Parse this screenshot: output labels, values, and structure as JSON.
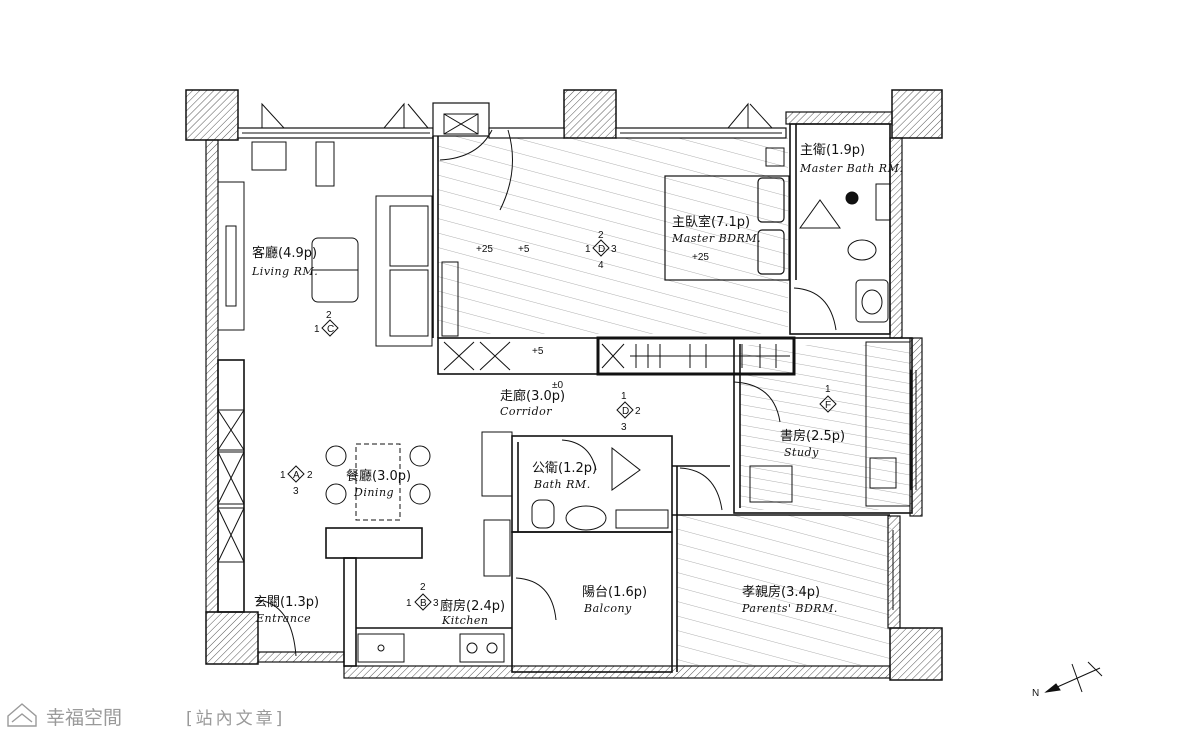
{
  "rooms": {
    "living": {
      "zh": "客廳(4.9p)",
      "en": "Living RM."
    },
    "master": {
      "zh": "主臥室(7.1p)",
      "en": "Master BDRM."
    },
    "master_bath": {
      "zh": "主衛(1.9p)",
      "en": "Master Bath RM."
    },
    "corridor": {
      "zh": "走廊(3.0p)",
      "en": "Corridor"
    },
    "study": {
      "zh": "書房(2.5p)",
      "en": "Study"
    },
    "dining": {
      "zh": "餐廳(3.0p)",
      "en": "Dining"
    },
    "bath": {
      "zh": "公衛(1.2p)",
      "en": "Bath RM."
    },
    "parents": {
      "zh": "孝親房(3.4p)",
      "en": "Parents' BDRM."
    },
    "balcony": {
      "zh": "陽台(1.6p)",
      "en": "Balcony"
    },
    "kitchen": {
      "zh": "廚房(2.4p)",
      "en": "Kitchen"
    },
    "entrance": {
      "zh": "玄關(1.3p)",
      "en": "Entrance"
    }
  },
  "levels": {
    "master_a": "+25",
    "master_b": "+5",
    "master_c": "+25",
    "wardrobe": "+5",
    "corridor": "±0"
  },
  "elevation_tags": {
    "master": {
      "letter": "D",
      "top": "2",
      "left": "1",
      "right": "3",
      "bottom": "4"
    },
    "living": {
      "letter": "C",
      "top": "2",
      "left": "1"
    },
    "corridor": {
      "letter": "D",
      "top": "1",
      "right": "2",
      "bottom": "3"
    },
    "dining": {
      "letter": "A",
      "left": "1",
      "right": "2",
      "bottom": "3"
    },
    "kitchen": {
      "letter": "B",
      "top": "2",
      "left": "1",
      "right": "3"
    },
    "study": {
      "letter": "F",
      "top": "1"
    }
  },
  "compass": {
    "label": "N"
  },
  "watermark": {
    "brand": "幸福空間",
    "tag": "[站內文章]"
  },
  "colors": {
    "line": "#111111",
    "hatch": "#555555",
    "watermark": "#9a9a9a"
  }
}
